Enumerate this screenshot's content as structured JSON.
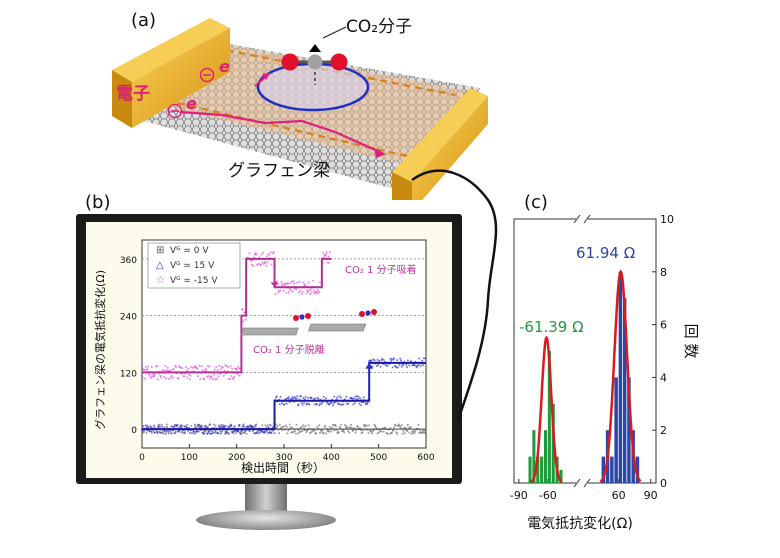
{
  "panel_a": {
    "label": "(a)",
    "molecule_label": "CO₂分子",
    "electron_label": "電子",
    "electron_symbol": "e",
    "beam_label": "グラフェン梁",
    "colors": {
      "pad": "#f2b52b",
      "sheet": "#e9b98a",
      "electron": "#e0207a",
      "orbit": "#1f2fc0",
      "oxygen": "#e0102a",
      "carbon": "#a0a0a0"
    }
  },
  "panel_b": {
    "label": "(b)",
    "legend": [
      {
        "symbol": "⊞",
        "text": "Vᴳ =   0 V",
        "color": "#555555"
      },
      {
        "symbol": "△",
        "text": "Vᴳ = 15 V",
        "color": "#2b2bd0"
      },
      {
        "symbol": "☆",
        "text": "Vᴳ = -15 V",
        "color": "#e040e0"
      }
    ],
    "annotation_adsorb": "CO₂ 1 分子吸着",
    "annotation_desorb": "CO₂ 1 分子脱離",
    "chart_data": {
      "type": "scatter",
      "xlabel": "検出時間（秒）",
      "ylabel": "グラフェン梁の電気抵抗変化(Ω)",
      "xlim": [
        0,
        600
      ],
      "ylim": [
        -40,
        400
      ],
      "xticks": [
        0,
        100,
        200,
        300,
        400,
        500,
        600
      ],
      "yticks": [
        0,
        120,
        240,
        360
      ],
      "grid": "dashed horizontal at y ticks",
      "series": [
        {
          "name": "Vᴳ = 0 V",
          "color": "#666666",
          "steps": [
            [
              0,
              0
            ],
            [
              600,
              0
            ]
          ]
        },
        {
          "name": "Vᴳ = 15 V",
          "color": "#2b2bd0",
          "steps": [
            [
              0,
              0
            ],
            [
              280,
              0
            ],
            [
              280,
              60
            ],
            [
              480,
              60
            ],
            [
              480,
              140
            ],
            [
              600,
              140
            ]
          ]
        },
        {
          "name": "Vᴳ = -15 V",
          "color": "#e040e0",
          "steps": [
            [
              0,
              120
            ],
            [
              210,
              120
            ],
            [
              210,
              240
            ],
            [
              220,
              240
            ],
            [
              220,
              360
            ],
            [
              280,
              360
            ],
            [
              280,
              300
            ],
            [
              380,
              300
            ],
            [
              380,
              360
            ],
            [
              400,
              360
            ]
          ]
        }
      ]
    }
  },
  "panel_c": {
    "label": "(c)",
    "xlabel": "電気抵抗変化(Ω)",
    "ylabel": "回 数",
    "peak_neg_label": "-61.39 Ω",
    "peak_pos_label": "61.94 Ω",
    "chart_data": {
      "type": "bar",
      "xticks": [
        "-90",
        "-60",
        "60",
        "90"
      ],
      "yticks": [
        0,
        2,
        4,
        6,
        8,
        10
      ],
      "ylim": [
        0,
        10
      ],
      "axis_break": true,
      "series": [
        {
          "name": "negative",
          "color": "#1f9a3a",
          "bins": [
            -78,
            -74,
            -70,
            -66,
            -62,
            -58,
            -54,
            -50,
            -46
          ],
          "counts": [
            1,
            2,
            1,
            1,
            2,
            5,
            3,
            1,
            0.5
          ]
        },
        {
          "name": "positive",
          "color": "#2c46a8",
          "bins": [
            46,
            50,
            54,
            58,
            62,
            66,
            70,
            74,
            78
          ],
          "counts": [
            1,
            2,
            1,
            4,
            8,
            7,
            4,
            2,
            1
          ]
        }
      ],
      "fits": [
        {
          "center": -61.39,
          "height": 5.5,
          "width": 5,
          "color": "#d81c1c"
        },
        {
          "center": 61.94,
          "height": 8.0,
          "width": 6,
          "color": "#d81c1c"
        }
      ]
    }
  }
}
